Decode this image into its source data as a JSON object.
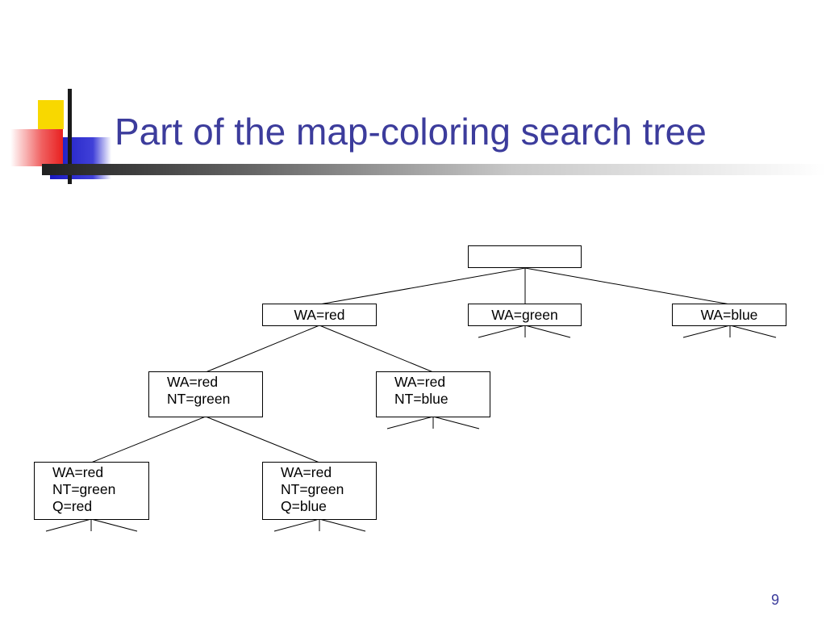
{
  "slide": {
    "title": "Part of the map-coloring search tree",
    "page_number": "9"
  },
  "tree": {
    "root": {
      "lines": [
        ""
      ]
    },
    "level1": [
      {
        "lines": [
          "WA=red"
        ]
      },
      {
        "lines": [
          "WA=green"
        ]
      },
      {
        "lines": [
          "WA=blue"
        ]
      }
    ],
    "level2": [
      {
        "lines": [
          "WA=red",
          "NT=green"
        ]
      },
      {
        "lines": [
          "WA=red",
          "NT=blue"
        ]
      }
    ],
    "level3": [
      {
        "lines": [
          "WA=red",
          "NT=green",
          "Q=red"
        ]
      },
      {
        "lines": [
          "WA=red",
          "NT=green",
          "Q=blue"
        ]
      }
    ]
  },
  "colors": {
    "title": "#3c3c9c",
    "logo_yellow": "#f8d800",
    "logo_red": "#f04040",
    "logo_blue": "#2020c8"
  }
}
